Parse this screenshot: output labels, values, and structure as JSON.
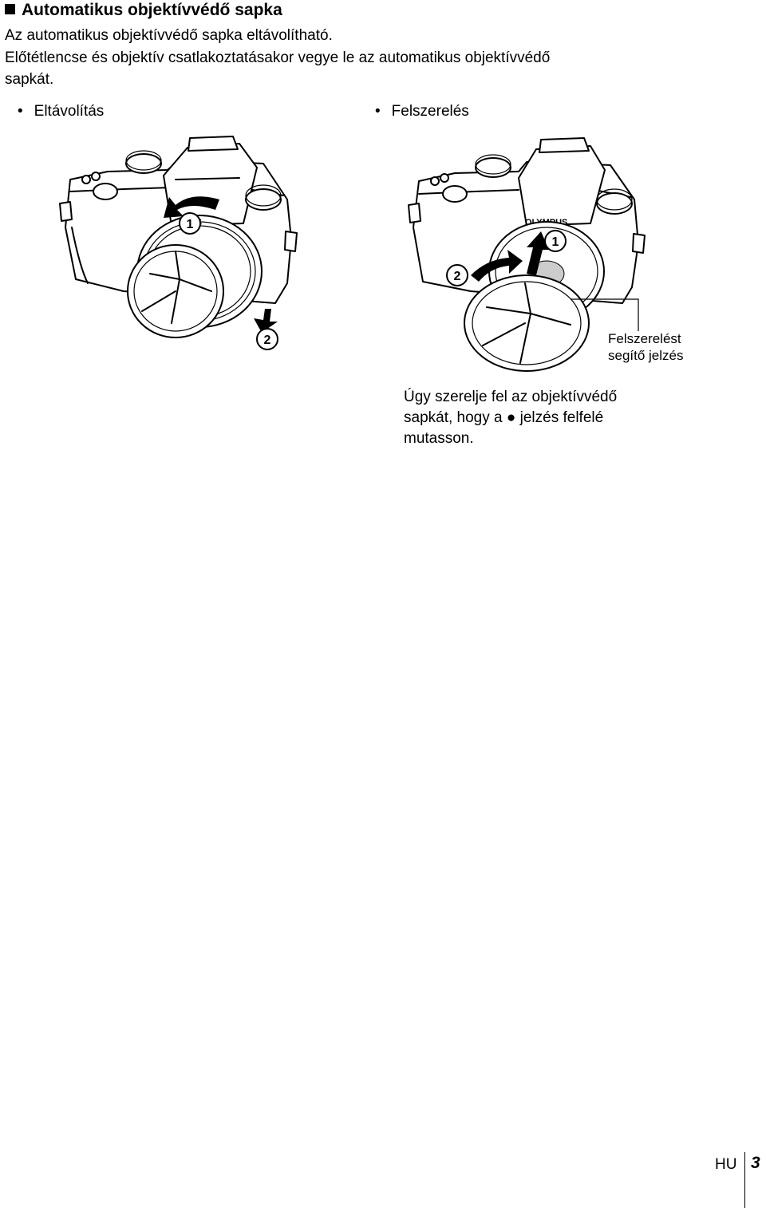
{
  "heading": "Automatikus objektívvédő sapka",
  "paragraph": {
    "line1": "Az automatikus objektívvédő sapka eltávolítható.",
    "line2": "Előtétlencse és objektív csatlakoztatásakor vegye le az automatikus objektívvédő",
    "line3": "sapkát."
  },
  "bullets": {
    "remove": "Eltávolítás",
    "attach": "Felszerelés"
  },
  "step_markers": {
    "one": "1",
    "two": "2"
  },
  "camera_brand": "OLYMPUS",
  "camera_brand_partial": "US",
  "callout": {
    "line1": "Felszerelést",
    "line2": "segítő jelzés"
  },
  "note": {
    "line1": "Úgy szerelje fel az objektívvédő",
    "line2": "sapkát, hogy a ● jelzés felfelé",
    "line3": "mutasson."
  },
  "footer": {
    "language": "HU",
    "page_number": "3"
  },
  "icons": [
    "square-bullet-icon",
    "camera-illustration",
    "rotate-arrow-icon",
    "down-arrow-icon",
    "up-arrow-icon"
  ]
}
